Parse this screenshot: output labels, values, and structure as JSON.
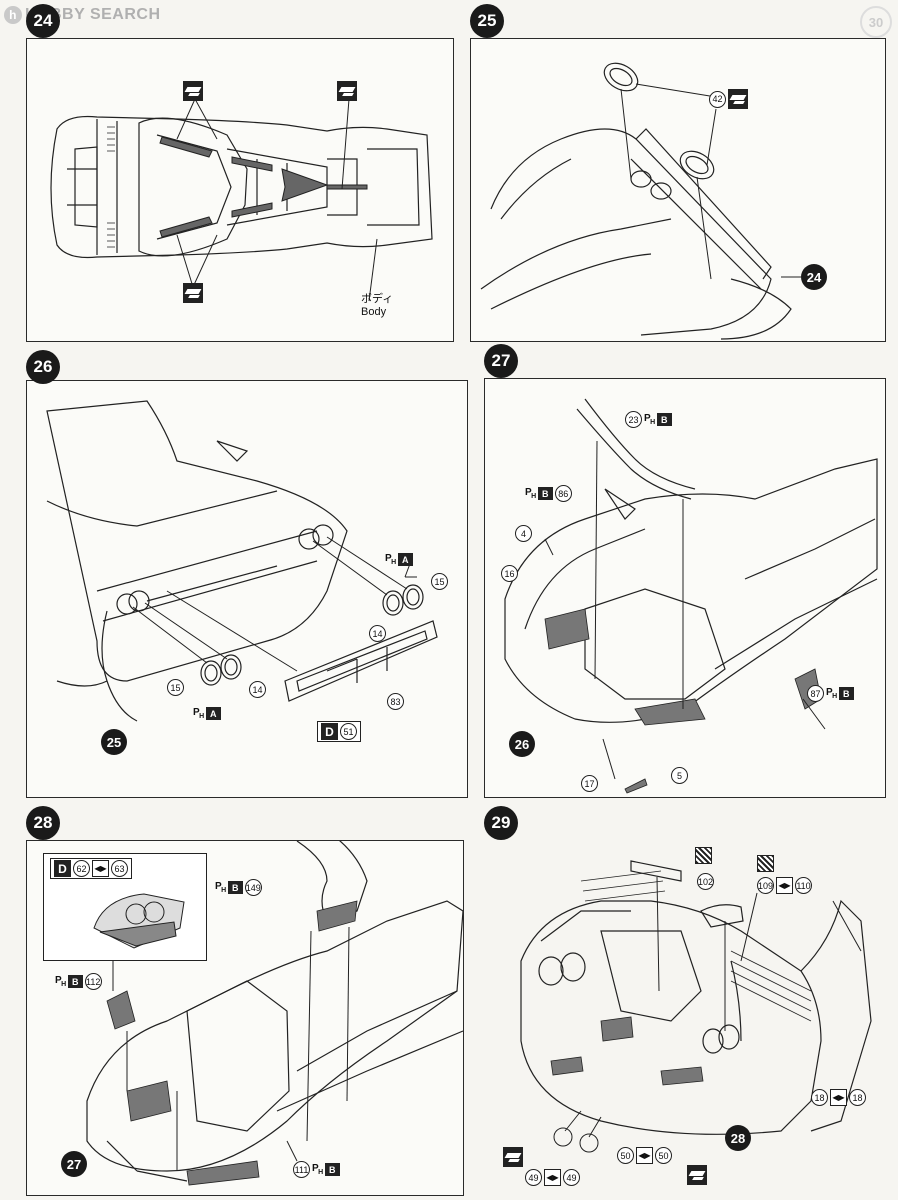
{
  "watermark": {
    "text": "HOBBY SEARCH"
  },
  "steps": {
    "s24": {
      "number": "24",
      "body_label_jp": "ボディ",
      "body_label_en": "Body"
    },
    "s25": {
      "number": "25",
      "part_42": "42",
      "ref_step": "24"
    },
    "s26": {
      "number": "26",
      "part_15a": "15",
      "part_14a": "14",
      "part_15b": "15",
      "part_14b": "14",
      "part_83": "83",
      "part_51": "51",
      "ref_step": "25",
      "paint_code": "A",
      "color_code": "D"
    },
    "s27": {
      "number": "27",
      "part_23": "23",
      "part_86": "86",
      "part_4": "4",
      "part_16": "16",
      "part_17": "17",
      "part_5": "5",
      "part_87": "87",
      "ref_step": "26",
      "paint_code": "B"
    },
    "s28": {
      "number": "28",
      "part_149": "149",
      "part_112": "112",
      "part_111": "111",
      "part_62": "62",
      "part_63": "63",
      "ref_step": "27",
      "paint_code": "B",
      "color_code": "D"
    },
    "s29": {
      "number": "29",
      "part_102": "102",
      "part_109": "109",
      "part_110": "110",
      "part_18a": "18",
      "part_18b": "18",
      "part_49a": "49",
      "part_49b": "49",
      "part_50a": "50",
      "part_50b": "50",
      "ref_step": "28"
    }
  },
  "paint_prefix": "P",
  "paint_sub": "H",
  "page_number": "30"
}
